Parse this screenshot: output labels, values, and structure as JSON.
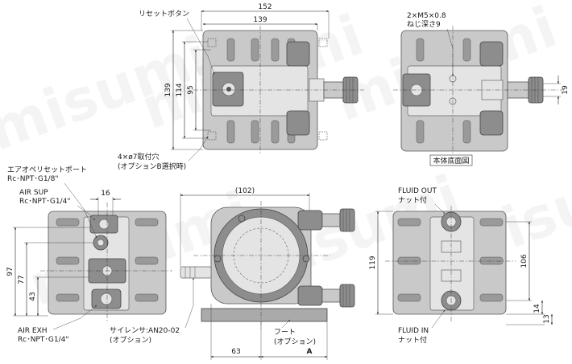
{
  "watermark": "misumi",
  "colors": {
    "body": "#c9c9c9",
    "dark": "#8d8d8d",
    "line": "#222222"
  },
  "top_view": {
    "reset_button": "リセットボタン",
    "dim_overall": "152",
    "dim_body": "139",
    "dim_height_outer": "139",
    "dim_height_inner": "114",
    "dim_height_small": "95",
    "mount_holes_line1": "4×ø7取付穴",
    "mount_holes_line2": "(オプションB選択時)"
  },
  "bottom_view": {
    "screw_line1": "2×M5×0.8",
    "screw_line2": "ねじ深さ9",
    "dim_19": "19",
    "caption": "本体底面図"
  },
  "left_view": {
    "reset_port_line1": "エアオペリセットポート",
    "reset_port_line2": "Rc･NPT･G1/8\"",
    "air_sup_line1": "AIR SUP",
    "air_sup_line2": "Rc･NPT･G1/4\"",
    "dim_16": "16",
    "dim_97": "97",
    "dim_77": "77",
    "dim_43": "43",
    "air_exh_line1": "AIR EXH",
    "air_exh_line2": "Rc･NPT･G1/4\""
  },
  "center_view": {
    "dim_102": "(102)",
    "silencer_line1": "サイレンサ:AN20-02",
    "silencer_line2": "(オプション)",
    "foot_line1": "フート",
    "foot_line2": "(オプション)",
    "dim_63": "63",
    "dim_A": "A"
  },
  "right_view": {
    "fluid_out_line1": "FLUID OUT",
    "fluid_out_line2": "ナット付",
    "dim_119": "119",
    "dim_106": "106",
    "dim_14": "14",
    "dim_13": "13",
    "fluid_in_line1": "FLUID IN",
    "fluid_in_line2": "ナット付"
  }
}
